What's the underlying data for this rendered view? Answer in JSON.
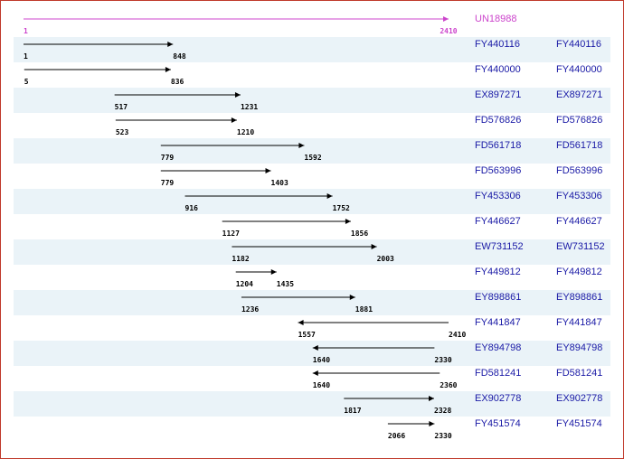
{
  "reference": {
    "label": "UN18988",
    "start": 1,
    "end": 2410,
    "color": "#cc44cc"
  },
  "rows": [
    {
      "label": "FY440116",
      "label2": "FY440116",
      "start": 1,
      "end": 848,
      "direction": "forward"
    },
    {
      "label": "FY440000",
      "label2": "FY440000",
      "start": 5,
      "end": 836,
      "direction": "forward"
    },
    {
      "label": "EX897271",
      "label2": "EX897271",
      "start": 517,
      "end": 1231,
      "direction": "forward"
    },
    {
      "label": "FD576826",
      "label2": "FD576826",
      "start": 523,
      "end": 1210,
      "direction": "forward"
    },
    {
      "label": "FD561718",
      "label2": "FD561718",
      "start": 779,
      "end": 1592,
      "direction": "forward"
    },
    {
      "label": "FD563996",
      "label2": "FD563996",
      "start": 779,
      "end": 1403,
      "direction": "forward"
    },
    {
      "label": "FY453306",
      "label2": "FY453306",
      "start": 916,
      "end": 1752,
      "direction": "forward"
    },
    {
      "label": "FY446627",
      "label2": "FY446627",
      "start": 1127,
      "end": 1856,
      "direction": "forward"
    },
    {
      "label": "EW731152",
      "label2": "EW731152",
      "start": 1182,
      "end": 2003,
      "direction": "forward"
    },
    {
      "label": "FY449812",
      "label2": "FY449812",
      "start": 1204,
      "end": 1435,
      "direction": "forward"
    },
    {
      "label": "EY898861",
      "label2": "EY898861",
      "start": 1236,
      "end": 1881,
      "direction": "forward"
    },
    {
      "label": "FY441847",
      "label2": "FY441847",
      "start": 1557,
      "end": 2410,
      "direction": "reverse"
    },
    {
      "label": "EY894798",
      "label2": "EY894798",
      "start": 1640,
      "end": 2330,
      "direction": "reverse"
    },
    {
      "label": "FD581241",
      "label2": "FD581241",
      "start": 1640,
      "end": 2360,
      "direction": "reverse"
    },
    {
      "label": "EX902778",
      "label2": "EX902778",
      "start": 1817,
      "end": 2328,
      "direction": "forward"
    },
    {
      "label": "FY451574",
      "label2": "FY451574",
      "start": 2066,
      "end": 2330,
      "direction": "forward"
    }
  ],
  "colors": {
    "stripe": "#eaf3f8",
    "border": "#c0392b",
    "label": "#1a1aa6",
    "line": "#000000"
  }
}
